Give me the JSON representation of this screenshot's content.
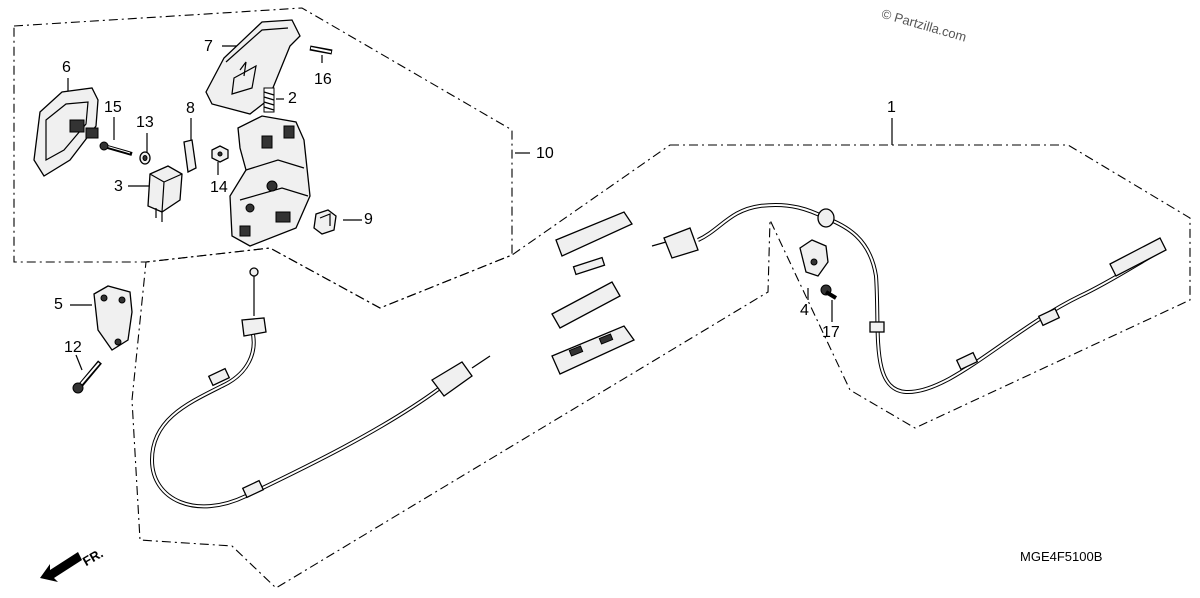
{
  "watermark": "© Partzilla.com",
  "diagram_code": "MGE4F5100B",
  "direction_marker": "FR.",
  "callouts": [
    {
      "id": "c1",
      "text": "1"
    },
    {
      "id": "c2",
      "text": "2"
    },
    {
      "id": "c3",
      "text": "3"
    },
    {
      "id": "c4",
      "text": "4"
    },
    {
      "id": "c5",
      "text": "5"
    },
    {
      "id": "c6",
      "text": "6"
    },
    {
      "id": "c7",
      "text": "7"
    },
    {
      "id": "c8",
      "text": "8"
    },
    {
      "id": "c9",
      "text": "9"
    },
    {
      "id": "c10",
      "text": "10"
    },
    {
      "id": "c12",
      "text": "12"
    },
    {
      "id": "c13",
      "text": "13"
    },
    {
      "id": "c14",
      "text": "14"
    },
    {
      "id": "c15",
      "text": "15"
    },
    {
      "id": "c16",
      "text": "16"
    },
    {
      "id": "c17",
      "text": "17"
    }
  ]
}
